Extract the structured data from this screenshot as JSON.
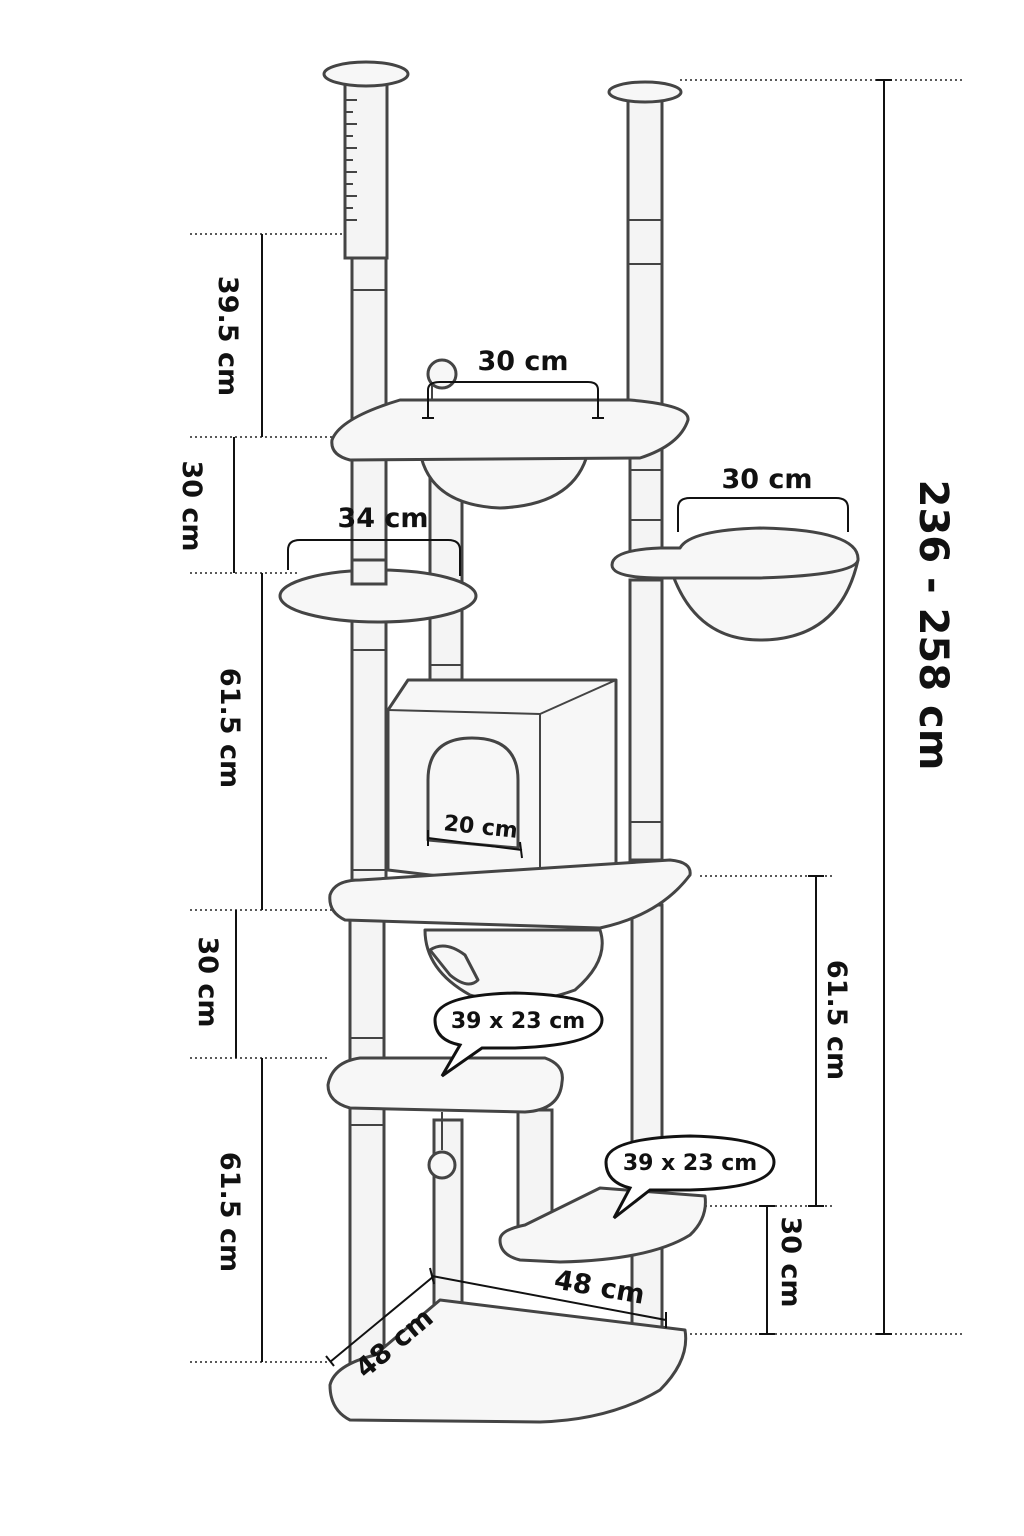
{
  "diagram": {
    "total_height": "236 - 258 cm",
    "left_dimensions": [
      "39.5 cm",
      "30 cm",
      "61.5 cm",
      "30 cm",
      "61.5 cm"
    ],
    "right_dimensions": [
      "61.5 cm",
      "30 cm"
    ],
    "top_bed_width": "30 cm",
    "hammock_width": "30 cm",
    "round_platform_width": "34 cm",
    "cave_entrance_width": "20 cm",
    "middle_platform_callout": "39 x 23 cm",
    "lower_platform_callout": "39 x 23 cm",
    "base_depth": "48 cm",
    "base_width": "48 cm"
  },
  "colors": {
    "outline": "#444444",
    "fill": "#f7f7f7",
    "text": "#111111"
  }
}
